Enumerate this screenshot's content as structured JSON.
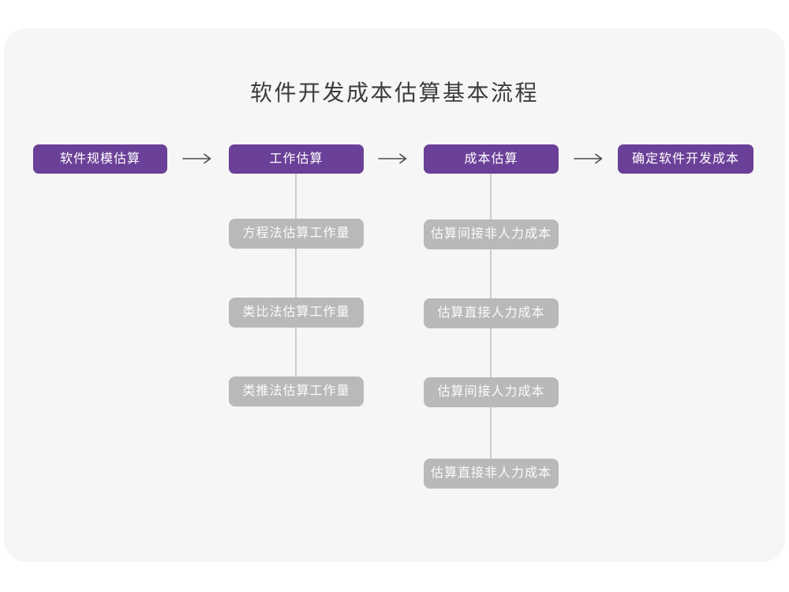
{
  "page": {
    "title": "软件开发成本估算基本流程"
  },
  "flow": {
    "main_steps": [
      {
        "label": "软件规模估算"
      },
      {
        "label": "工作估算"
      },
      {
        "label": "成本估算"
      },
      {
        "label": "确定软件开发成本"
      }
    ],
    "work_estimation_methods": [
      {
        "label": "方程法估算工作量"
      },
      {
        "label": "类比法估算工作量"
      },
      {
        "label": "类推法估算工作量"
      }
    ],
    "cost_estimation_items": [
      {
        "label": "估算间接非人力成本"
      },
      {
        "label": "估算直接人力成本"
      },
      {
        "label": "估算间接人力成本"
      },
      {
        "label": "估算直接非人力成本"
      }
    ]
  },
  "colors": {
    "page_background": "#ffffff",
    "canvas_card": "#f6f6f6",
    "main_node": "#6b4098",
    "main_node_text": "#ffffff",
    "sub_node": "#b9b9b9",
    "sub_node_text": "#fbfbfb",
    "connector_line": "#cccccc",
    "arrow": "#4a4a4a",
    "title_text": "#3c3c3c"
  }
}
